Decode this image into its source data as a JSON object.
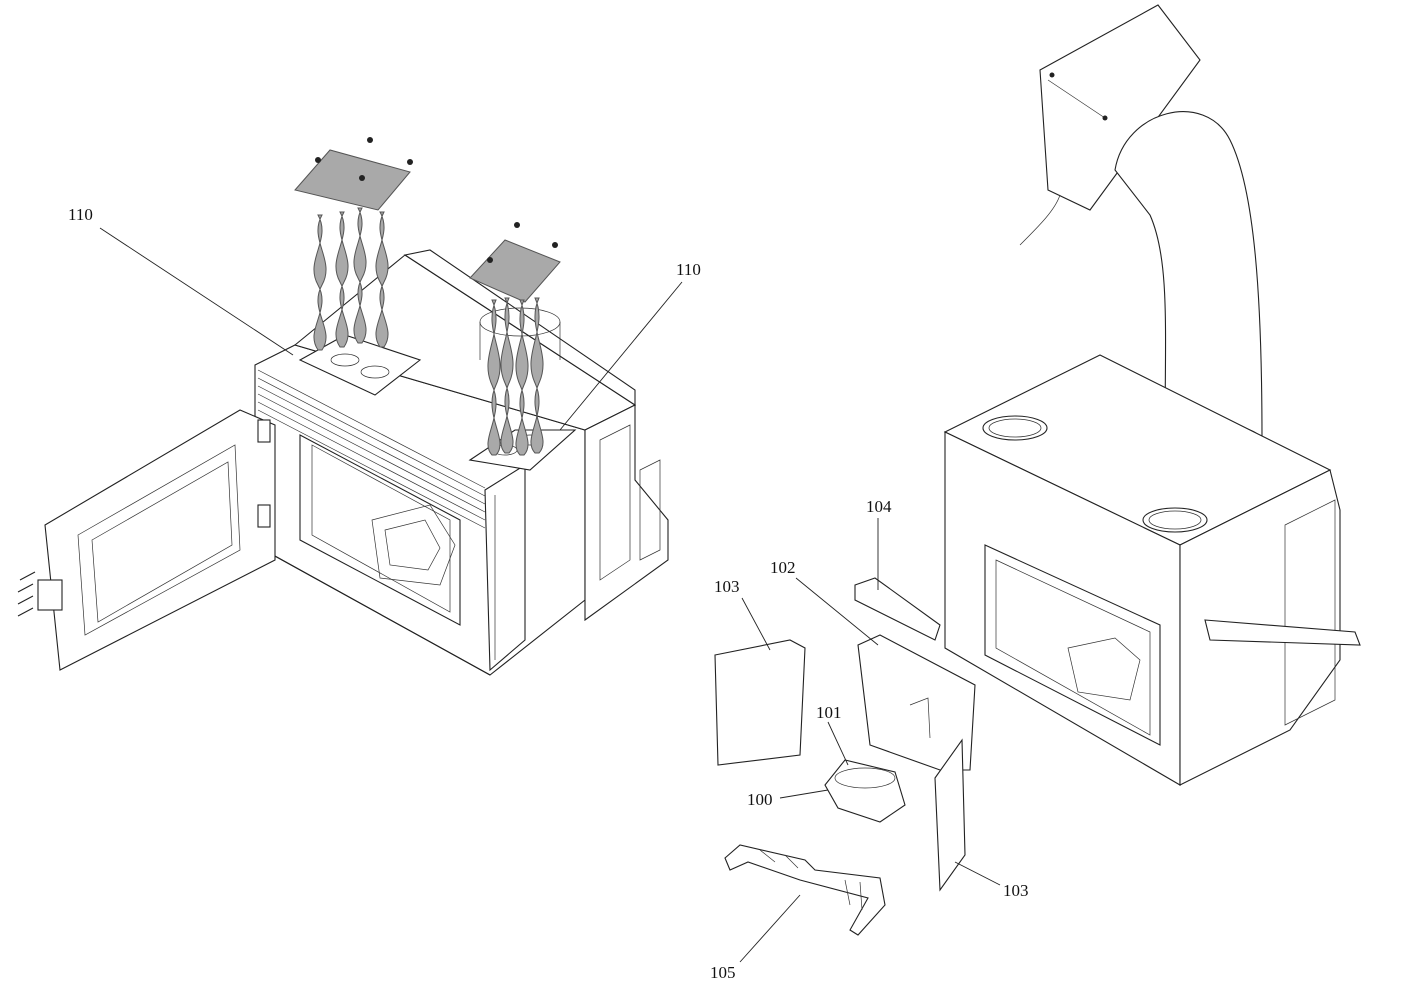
{
  "callouts": [
    {
      "id": "110",
      "label": "110"
    },
    {
      "id": "110b",
      "label": "110"
    },
    {
      "id": "104",
      "label": "104"
    },
    {
      "id": "103",
      "label": "103"
    },
    {
      "id": "102",
      "label": "102"
    },
    {
      "id": "101",
      "label": "101"
    },
    {
      "id": "100",
      "label": "100"
    },
    {
      "id": "103b",
      "label": "103"
    },
    {
      "id": "105",
      "label": "105"
    }
  ],
  "colors": {
    "line": "#222222",
    "baffle_fill": "#a9a9a9",
    "background": "#ffffff"
  }
}
